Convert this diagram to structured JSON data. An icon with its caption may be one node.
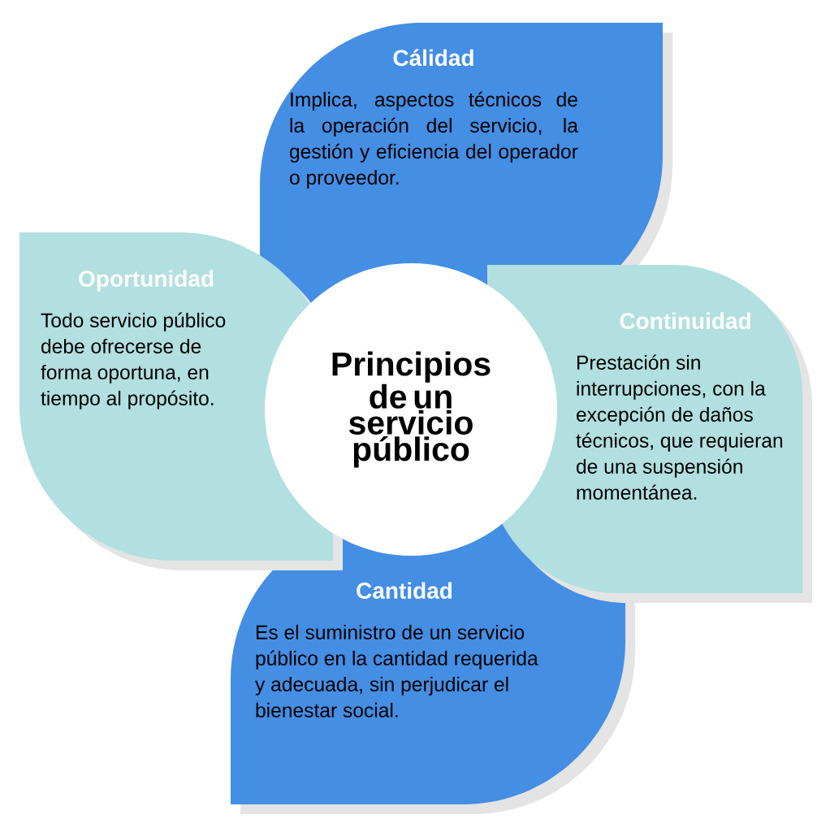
{
  "diagram": {
    "nodes": [
      {
        "text": [
          "Cálidad",
          "Implica, aspectos técnicos de la operación del servicio, la gestión y eficiencia del operador o proveedor."
        ]
      },
      {
        "text": [
          "Oportunidad",
          "Todo servicio público debe ofrecerse de forma oportuna, en tiempo al propósito."
        ]
      },
      {
        "text": [
          "Principios de un servicio público"
        ]
      },
      {
        "text": [
          "Continuidad",
          "Prestación sin interrupciones, con la excepción de daños técnicos, que requieran de una suspensión momentánea."
        ]
      },
      {
        "text": [
          "Cantidad",
          "Es el suministro de un servicio público en la cantidad requerida y adecuada, sin perjudicar el bienestar social."
        ]
      }
    ]
  }
}
